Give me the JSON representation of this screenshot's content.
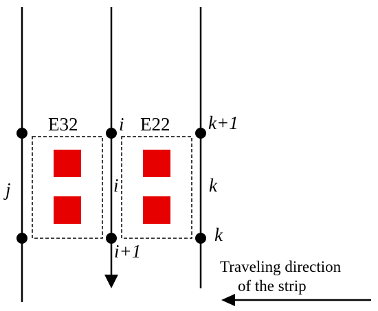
{
  "diagram": {
    "elements": [
      {
        "id": "E32",
        "label": "E32"
      },
      {
        "id": "E22",
        "label": "E22"
      }
    ],
    "node_labels": {
      "left_mid": "j",
      "center_top": "i",
      "center_mid": "i",
      "center_bottom": "i+1",
      "right_top": "k+1",
      "right_mid": "k",
      "right_bottom": "k"
    },
    "caption": {
      "line1": "Traveling direction",
      "line2": "of the strip"
    },
    "colors": {
      "line": "#000000",
      "fill_block": "#e60000",
      "background": "#ffffff"
    }
  }
}
